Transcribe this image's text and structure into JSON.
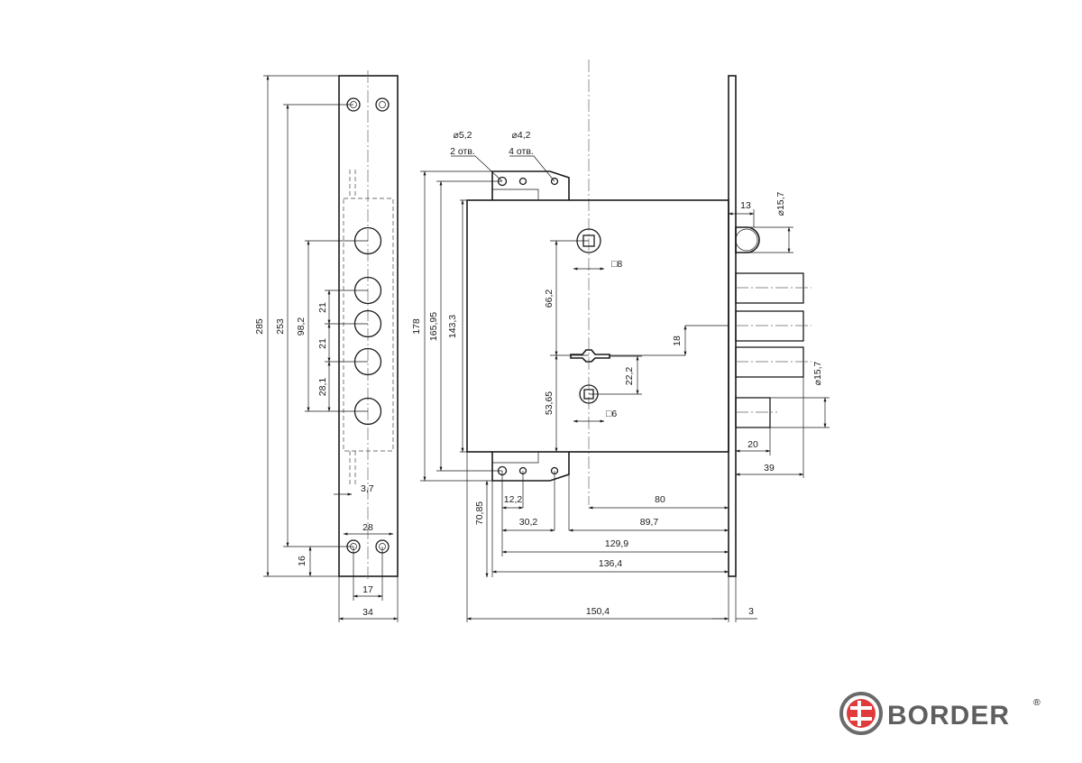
{
  "brand": {
    "name": "BORDER",
    "registered_mark": "®",
    "colors": {
      "red": "#e03a3a",
      "gray": "#6a6a6a"
    }
  },
  "faceplate": {
    "dims": {
      "total_height": "285",
      "screw_span": "253",
      "cyl_span": "98,2",
      "gap_a": "21",
      "gap_b": "21",
      "gap_c": "28,1",
      "bottom": "16",
      "offset": "3,7",
      "inner_width": "28",
      "hole_span": "17",
      "width": "34"
    }
  },
  "body": {
    "callouts": {
      "hole_a_size": "⌀5,2",
      "hole_a_count": "2 отв.",
      "hole_b_size": "⌀4,2",
      "hole_b_count": "4 отв."
    },
    "dims": {
      "h178": "178",
      "h165": "165,95",
      "h143": "143,3",
      "spindle_up": "66,2",
      "spindle_down": "53,65",
      "key_gap": "22,2",
      "bolt_gap": "18",
      "spindle_sq_top": "□8",
      "spindle_sq_bot": "□6",
      "latch_w": "13",
      "latch_d": "⌀15,7",
      "bolt_d": "⌀15,7",
      "d20": "20",
      "d39": "39",
      "d80": "80",
      "d89": "89,7",
      "d12": "12,2",
      "d30": "30,2",
      "d70": "70,85",
      "d129": "129,9",
      "d136": "136,4",
      "d150": "150,4",
      "d3": "3"
    }
  }
}
